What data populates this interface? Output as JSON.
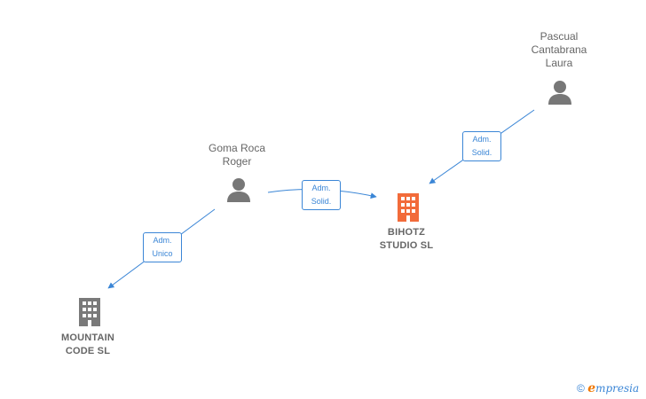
{
  "nodes": {
    "pascual": {
      "name_line1": "Pascual",
      "name_line2": "Cantabrana",
      "name_line3": "Laura"
    },
    "goma": {
      "name_line1": "Goma Roca",
      "name_line2": "Roger"
    },
    "bihotz": {
      "name_line1": "BIHOTZ",
      "name_line2": "STUDIO  SL",
      "color": "#f26b3a"
    },
    "mountain": {
      "name_line1": "MOUNTAIN",
      "name_line2": "CODE  SL",
      "color": "#7a7a7a"
    }
  },
  "edges": {
    "goma_to_bihotz": {
      "line1": "Adm.",
      "line2": "Solid."
    },
    "pascual_to_bihotz": {
      "line1": "Adm.",
      "line2": "Solid."
    },
    "goma_to_mountain": {
      "line1": "Adm.",
      "line2": "Unico"
    }
  },
  "footer": {
    "copyright_symbol": "©",
    "brand_initial": "e",
    "brand_rest": "mpresia"
  },
  "colors": {
    "edge": "#3b86d6",
    "person_icon": "#777777",
    "text": "#666666"
  }
}
